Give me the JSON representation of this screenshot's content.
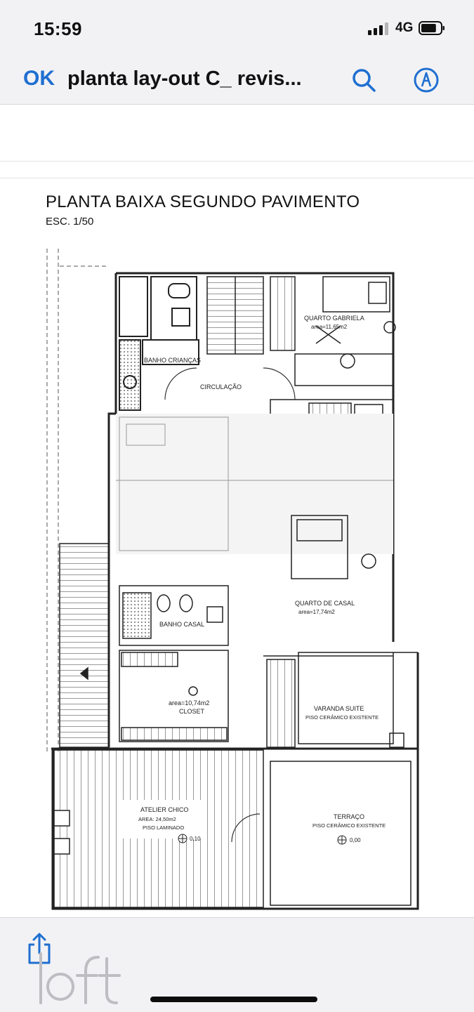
{
  "status_bar": {
    "time": "15:59",
    "network": "4G",
    "battery_level": 0.8
  },
  "nav_bar": {
    "back_label": "OK",
    "document_title": "planta lay-out C_ revis...",
    "search_icon": "search-icon",
    "markup_icon": "markup-icon"
  },
  "plan": {
    "title": "PLANTA BAIXA SEGUNDO PAVIMENTO",
    "scale": "ESC. 1/50",
    "rooms": {
      "quarto_gabriela": "QUARTO GABRIELA",
      "quarto_gabriela_area": "area=11,65m2",
      "banho_criancas": "BANHO CRIANÇAS",
      "circulacao": "CIRCULAÇÃO",
      "quarto_casal": "QUARTO DE CASAL",
      "quarto_casal_area": "area=17,74m2",
      "banho_casal": "BANHO CASAL",
      "closet": "CLOSET",
      "closet_area": "area=10,74m2",
      "varanda": "VARANDA SUITE",
      "varanda_piso": "PISO CERÂMICO EXISTENTE",
      "atelier": "ATELIER CHICO",
      "atelier_area": "AREA: 24,50m2",
      "atelier_piso": "PISO LAMINADO",
      "terraco": "TERRAÇO",
      "terraco_piso": "PISO CERÂMICO EXISTENTE",
      "level_atelier": "0,10",
      "level_terraco": "0,00"
    }
  },
  "toolbar": {
    "share_icon": "share-icon",
    "watermark": "loft"
  }
}
